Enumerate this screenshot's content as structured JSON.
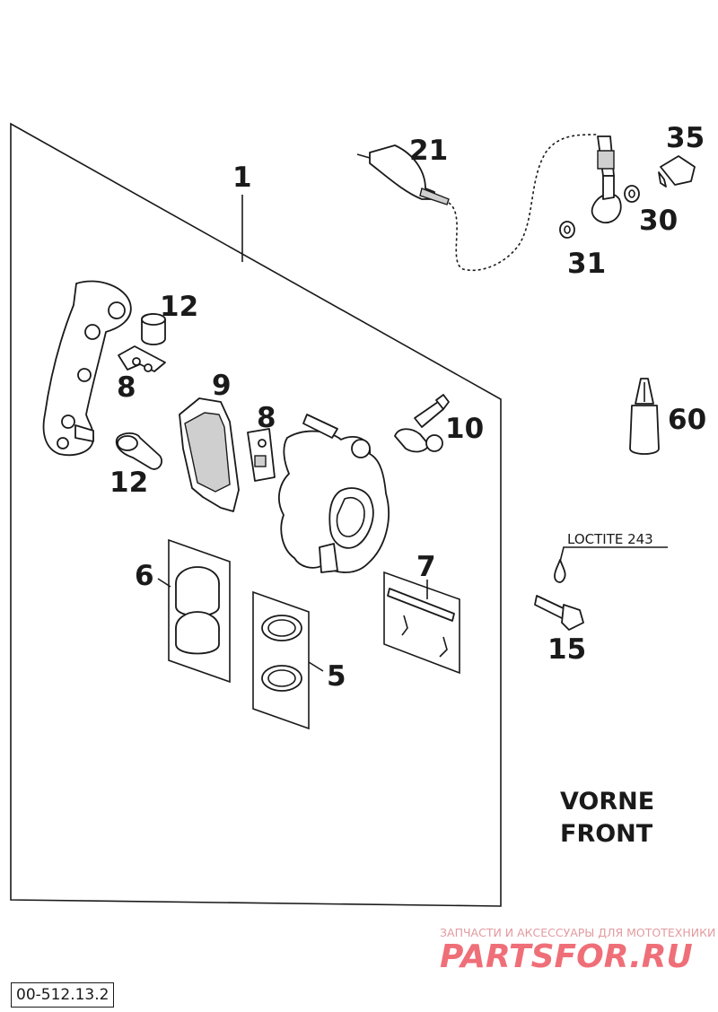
{
  "diagram": {
    "part_labels": {
      "p1": "1",
      "p5": "5",
      "p6": "6",
      "p7": "7",
      "p8a": "8",
      "p8b": "8",
      "p9": "9",
      "p10": "10",
      "p12a": "12",
      "p12b": "12",
      "p15": "15",
      "p21": "21",
      "p30": "30",
      "p31": "31",
      "p35": "35",
      "p60": "60"
    },
    "loctite_note": "LOCTITE 243",
    "location_line1": "VORNE",
    "location_line2": "FRONT",
    "drawing_code": "00-512.13.2"
  },
  "watermark": {
    "subtitle": "ЗАПЧАСТИ И АКСЕССУАРЫ ДЛЯ МОТОТЕХНИКИ",
    "brand": "PARTSFOR.RU"
  }
}
